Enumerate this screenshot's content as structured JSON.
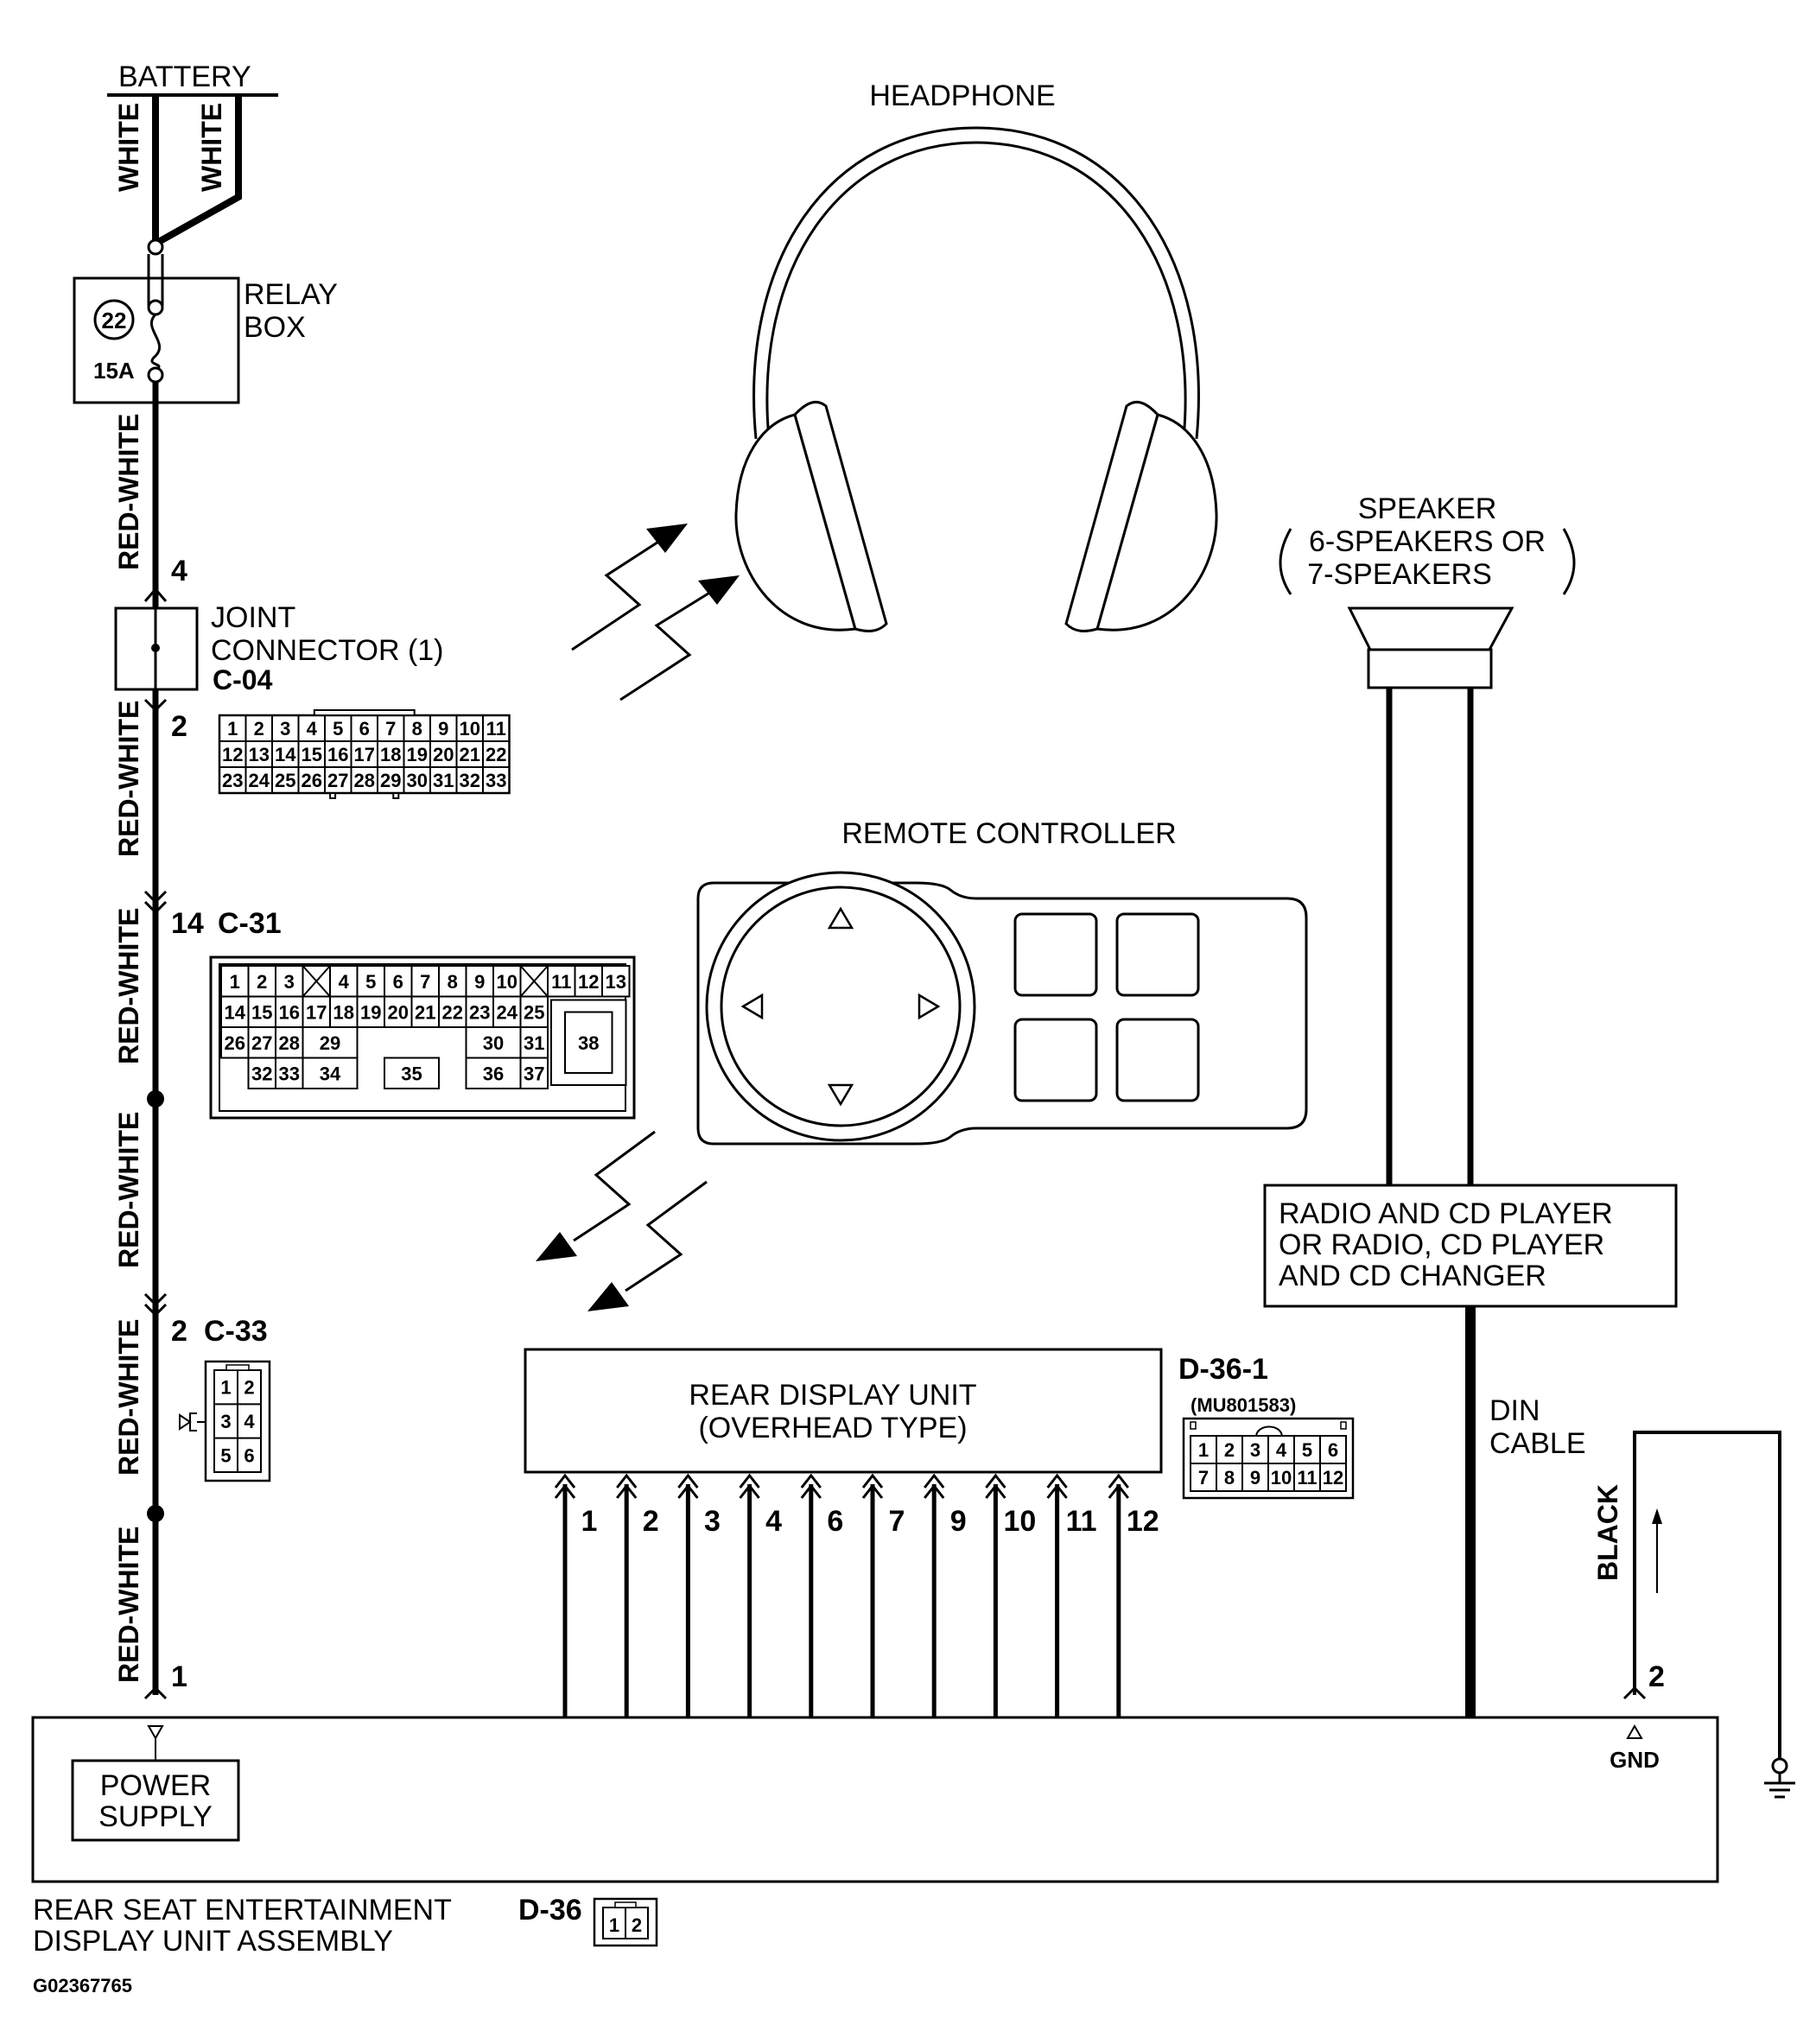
{
  "battery": "BATTERY",
  "wires": {
    "white": "WHITE",
    "red_white": "RED-WHITE",
    "black": "BLACK"
  },
  "relay_box": {
    "line1": "RELAY",
    "line2": "BOX",
    "fuse_no": "22",
    "fuse_rating": "15A"
  },
  "joint_connector": {
    "line1": "JOINT",
    "line2": "CONNECTOR (1)",
    "code": "C-04",
    "pin_top": "4",
    "pin_bottom": "2"
  },
  "c04_pins": [
    [
      "1",
      "2",
      "3",
      "4",
      "5",
      "6",
      "7",
      "8",
      "9",
      "10",
      "11"
    ],
    [
      "12",
      "13",
      "14",
      "15",
      "16",
      "17",
      "18",
      "19",
      "20",
      "21",
      "22"
    ],
    [
      "23",
      "24",
      "25",
      "26",
      "27",
      "28",
      "29",
      "30",
      "31",
      "32",
      "33"
    ]
  ],
  "c31": {
    "pin": "14",
    "code": "C-31"
  },
  "c31_pins": {
    "row1a": [
      "1",
      "2",
      "3"
    ],
    "row1b": [
      "4",
      "5",
      "6",
      "7",
      "8",
      "9",
      "10"
    ],
    "row1c": [
      "11",
      "12",
      "13"
    ],
    "row2": [
      "14",
      "15",
      "16",
      "17",
      "18",
      "19",
      "20",
      "21",
      "22",
      "23",
      "24",
      "25"
    ],
    "row3a": [
      "26",
      "27",
      "28"
    ],
    "p29": "29",
    "p30": "30",
    "p31": "31",
    "row4a": [
      "32",
      "33"
    ],
    "p34": "34",
    "p35": "35",
    "p36": "36",
    "p37": "37",
    "p38": "38"
  },
  "c33": {
    "pin": "2",
    "code": "C-33",
    "pins": [
      [
        "1",
        "2"
      ],
      [
        "3",
        "4"
      ],
      [
        "5",
        "6"
      ]
    ]
  },
  "headphone": "HEADPHONE",
  "remote_controller": "REMOTE CONTROLLER",
  "speaker": {
    "line1": "SPEAKER",
    "line2": "6-SPEAKERS OR",
    "line3": "7-SPEAKERS"
  },
  "radio_box": {
    "line1": "RADIO AND CD PLAYER",
    "line2": "OR RADIO, CD PLAYER",
    "line3": "AND CD CHANGER"
  },
  "din_cable": {
    "line1": "DIN",
    "line2": "CABLE"
  },
  "rear_display": {
    "line1": "REAR DISPLAY UNIT",
    "line2": "(OVERHEAD TYPE)",
    "code": "D-36-1",
    "part": "(MU801583)"
  },
  "d361_pins": [
    [
      "1",
      "2",
      "3",
      "4",
      "5",
      "6"
    ],
    [
      "7",
      "8",
      "9",
      "10",
      "11",
      "12"
    ]
  ],
  "rear_pins": [
    "1",
    "2",
    "3",
    "4",
    "6",
    "7",
    "9",
    "10",
    "11",
    "12"
  ],
  "power_supply": {
    "line1": "POWER",
    "line2": "SUPPLY",
    "pin": "1"
  },
  "gnd": {
    "label": "GND",
    "pin": "2"
  },
  "assembly": {
    "line1": "REAR SEAT ENTERTAINMENT",
    "line2": "DISPLAY UNIT ASSEMBLY",
    "code": "D-36",
    "pins": [
      "1",
      "2"
    ]
  },
  "figure_id": "G02367765"
}
